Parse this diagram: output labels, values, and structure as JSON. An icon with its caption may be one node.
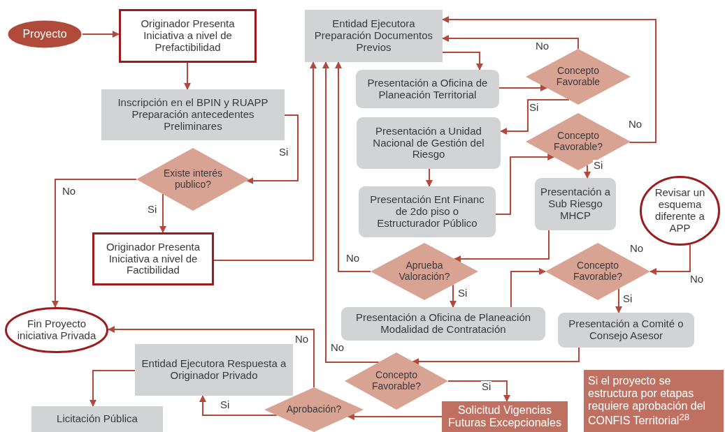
{
  "diagram": {
    "nodes": [
      {
        "text": [
          "Proyecto"
        ]
      },
      {
        "text": [
          "Originador Presenta Iniciativa a nivel de Prefactibilidad"
        ]
      },
      {
        "text": [
          "Inscripción en el BPIN y RUAPP Preparación antecedentes Preliminares"
        ]
      },
      {
        "text": [
          "Existe interés publico?"
        ]
      },
      {
        "text": [
          "Originador Presenta Iniciativa a nivel de Factibilidad"
        ]
      },
      {
        "text": [
          "Fin Proyecto iniciativa Privada"
        ]
      },
      {
        "text": [
          "Entidad Ejecutora Preparación Documentos Previos"
        ]
      },
      {
        "text": [
          "Presentación a Oficina de Planeación Territorial"
        ]
      },
      {
        "text": [
          "Concepto Favorable"
        ]
      },
      {
        "text": [
          "Presentación a Unidad Nacional de Gestión del Riesgo"
        ]
      },
      {
        "text": [
          "Concepto Favorable?"
        ]
      },
      {
        "text": [
          "Presentación Ent Financ de 2do piso o Estructurador Público"
        ]
      },
      {
        "text": [
          "Presentación a Sub Riesgo MHCP"
        ]
      },
      {
        "text": [
          "Revisar un esquema diferente a APP"
        ]
      },
      {
        "text": [
          "Aprueba Valoración?"
        ]
      },
      {
        "text": [
          "Concepto Favorable?"
        ]
      },
      {
        "text": [
          "Presentación a Oficina de Planeación Modalidad de Contratación"
        ]
      },
      {
        "text": [
          "Presentación a Comité o Consejo Asesor"
        ]
      },
      {
        "text": [
          "Concepto Favorable?"
        ]
      },
      {
        "text": [
          "Entidad Ejecutora Respuesta a Originador Privado"
        ]
      },
      {
        "text": [
          "Aprobación?"
        ]
      },
      {
        "text": [
          "Licitación Pública"
        ]
      },
      {
        "text": [
          "Solicitud Vigencias Futuras Excepcionales"
        ]
      },
      {
        "text": [
          "Si el proyecto se estructura por etapas requiere aprobación del CONFIS Territorial$^{28}$"
        ]
      }
    ],
    "edges": [
      {
        "from": 0,
        "to": 1,
        "arrow": "to"
      },
      {
        "from": 1,
        "to": 2,
        "arrow": "to"
      },
      {
        "from": 2,
        "to": 3,
        "arrow": "to",
        "label": "Si"
      },
      {
        "from": 3,
        "to": 5,
        "arrow": "to",
        "label": "No"
      },
      {
        "from": 3,
        "to": 4,
        "arrow": "to",
        "label": "Si"
      },
      {
        "from": 4,
        "to": 6,
        "arrow": "to"
      },
      {
        "from": 6,
        "to": 7,
        "arrow": "to"
      },
      {
        "from": 7,
        "to": 8,
        "arrow": "to"
      },
      {
        "from": 8,
        "to": 6,
        "arrow": "to",
        "label": "No"
      },
      {
        "from": 8,
        "to": 9,
        "arrow": "to",
        "label": "Si"
      },
      {
        "from": 9,
        "to": 11,
        "arrow": "to"
      },
      {
        "from": 11,
        "to": 10,
        "arrow": "to"
      },
      {
        "from": 10,
        "to": 6,
        "arrow": "to",
        "label": "No"
      },
      {
        "from": 10,
        "to": 12,
        "arrow": "to",
        "label": "Si"
      },
      {
        "from": 12,
        "to": 14,
        "arrow": "to"
      },
      {
        "from": 14,
        "to": 6,
        "arrow": "to",
        "label": "No"
      },
      {
        "from": 14,
        "to": 16,
        "arrow": "to",
        "label": "Si"
      },
      {
        "from": 16,
        "to": 15,
        "arrow": "to"
      },
      {
        "from": 13,
        "to": 15,
        "arrow": "to",
        "label": "No"
      },
      {
        "from": 15,
        "to": 17,
        "arrow": "to",
        "label": "Si"
      },
      {
        "from": 17,
        "to": 18,
        "arrow": "to"
      },
      {
        "from": 18,
        "to": 6,
        "arrow": "to",
        "label": "No"
      },
      {
        "from": 18,
        "to": 22,
        "arrow": "to",
        "label": "Si"
      },
      {
        "from": 22,
        "to": 20,
        "arrow": "to"
      },
      {
        "from": 20,
        "to": 19,
        "arrow": "to",
        "label": "Si"
      },
      {
        "from": 20,
        "to": 5,
        "arrow": "to",
        "label": "No"
      },
      {
        "from": 19,
        "to": 21,
        "arrow": "to"
      }
    ],
    "labels": [
      "No"
    ]
  }
}
